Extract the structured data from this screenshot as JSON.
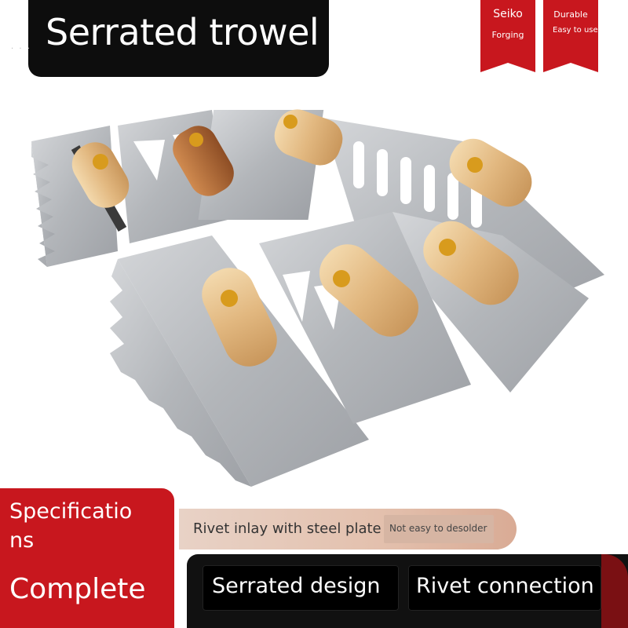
{
  "title": "Serrated trowel",
  "badges": [
    {
      "top": "Seiko",
      "bottom": "Forging"
    },
    {
      "top": "Durable",
      "bottom": "Easy to use"
    }
  ],
  "dots": ". . .",
  "specs": {
    "line1": "Specificatio",
    "line2": "ns",
    "big": "Complete"
  },
  "pill": {
    "main": "Rivet inlay with steel plate",
    "sub": "Not easy to desolder"
  },
  "features": [
    "Serrated design",
    "Rivet connection"
  ],
  "colors": {
    "accent_red": "#c8171e",
    "steel": "#b9bcc0",
    "wood": "#e2b880",
    "background": "#ffffff"
  },
  "photo_alt": "photo"
}
